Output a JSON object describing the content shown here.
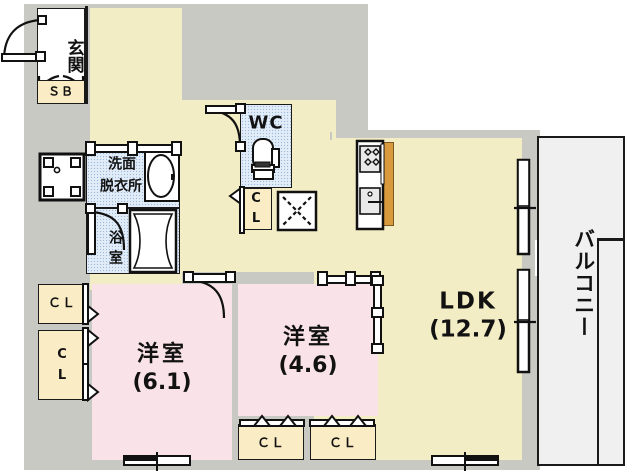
{
  "plan": {
    "type": "floor-plan",
    "unit_label_note": "areas in Japanese tatami-mat (帖) units",
    "rooms": [
      {
        "key": "genkan",
        "name": "玄関",
        "area": null,
        "fill": "#ffffff"
      },
      {
        "key": "sb",
        "name": "ＳＢ",
        "area": null,
        "fill": "#faecc4"
      },
      {
        "key": "wc",
        "name": "WC",
        "area": null,
        "fill": "#e2ecf8"
      },
      {
        "key": "senmen",
        "name": "洗面\n脱衣所",
        "area": null,
        "fill": "#e2ecf8"
      },
      {
        "key": "yokushitsu",
        "name": "浴室",
        "area": null,
        "fill": "#e2ecf8"
      },
      {
        "key": "ldk",
        "name": "LDK",
        "area": "(12.7)",
        "fill": "#f2edc4"
      },
      {
        "key": "washitsu1",
        "name": "洋室",
        "area": "(6.1)",
        "fill": "#f9e2e8"
      },
      {
        "key": "washitsu2",
        "name": "洋室",
        "area": "(4.6)",
        "fill": "#f9e2e8"
      },
      {
        "key": "balcony",
        "name": "バルコニー",
        "area": null,
        "fill": "#f0f0f0"
      }
    ],
    "closets": [
      {
        "key": "cl-hall",
        "label": "C\nL"
      },
      {
        "key": "cl-room1-a",
        "label": "ＣＬ"
      },
      {
        "key": "cl-room1-b",
        "label": "C\nL"
      },
      {
        "key": "cl-room2-a",
        "label": "ＣＬ"
      },
      {
        "key": "cl-room2-b",
        "label": "ＣＬ"
      }
    ],
    "fixtures": [
      {
        "key": "washer-pan",
        "name": "washing-machine-pan"
      },
      {
        "key": "sink-basin",
        "name": "vanity-basin"
      },
      {
        "key": "bathtub",
        "name": "bathtub"
      },
      {
        "key": "toilet",
        "name": "toilet"
      },
      {
        "key": "gas-range",
        "name": "three-burner-range"
      },
      {
        "key": "kitchen-sink",
        "name": "kitchen-sink"
      },
      {
        "key": "counter",
        "name": "kitchen-counter"
      },
      {
        "key": "mb-box",
        "name": "meter-box"
      }
    ],
    "labels": {
      "genkan": "玄関",
      "sb": "ＳＢ",
      "wc": "WC",
      "senmen_l1": "洗面",
      "senmen_l2": "脱衣所",
      "yokushitsu_l1": "浴",
      "yokushitsu_l2": "室",
      "ldk_name": "LDK",
      "ldk_area": "(12.7)",
      "room1_name": "洋室",
      "room1_area": "(6.1)",
      "room2_name": "洋室",
      "room2_area": "(4.6)",
      "balcony": "バルコニー",
      "cl_hall_1": "C",
      "cl_hall_2": "L",
      "cl_r1a": "ＣＬ",
      "cl_r1b_1": "C",
      "cl_r1b_2": "L",
      "cl_r2a": "ＣＬ",
      "cl_r2b": "ＣＬ"
    },
    "colors": {
      "wall": "#c9c9c4",
      "ldk_fill": "#f2edc4",
      "room_fill": "#f9e2e8",
      "wet_fill": "#e2ecf8",
      "closet_fill": "#faecc4",
      "balcony_fill": "#f0f0f0",
      "counter": "#d89a3d",
      "line": "#1a1a1a"
    }
  }
}
